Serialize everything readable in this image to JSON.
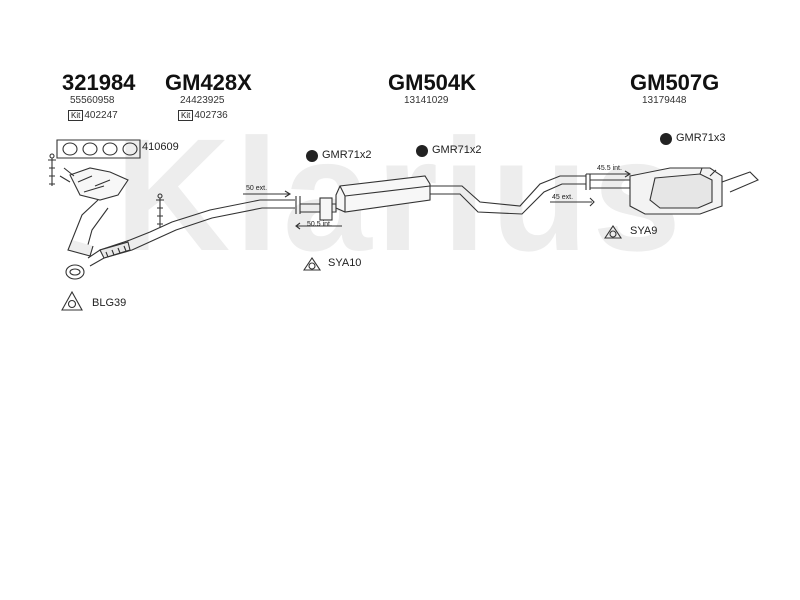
{
  "watermark": "Klarius",
  "parts": [
    {
      "code": "321984",
      "oem": "55560958",
      "kit": "402247"
    },
    {
      "code": "GM428X",
      "oem": "24423925",
      "kit": "402736"
    },
    {
      "code": "GM504K",
      "oem": "13141029"
    },
    {
      "code": "GM507G",
      "oem": "13179448"
    }
  ],
  "kit_icon_label": "Kit",
  "labels": {
    "gasket": "410609",
    "blg": "BLG39",
    "gmr_a": "GMR71x2",
    "gmr_b": "GMR71x2",
    "gmr_c": "GMR71x3",
    "sya10": "SYA10",
    "sya9": "SYA9"
  },
  "dimensions": {
    "d1": "50 ext.",
    "d2": "50.5 int.",
    "d3": "45.5 int.",
    "d4": "45 ext."
  },
  "colors": {
    "line": "#333333",
    "watermark": "#ececec",
    "pipe_fill": "#f7f7f7"
  }
}
